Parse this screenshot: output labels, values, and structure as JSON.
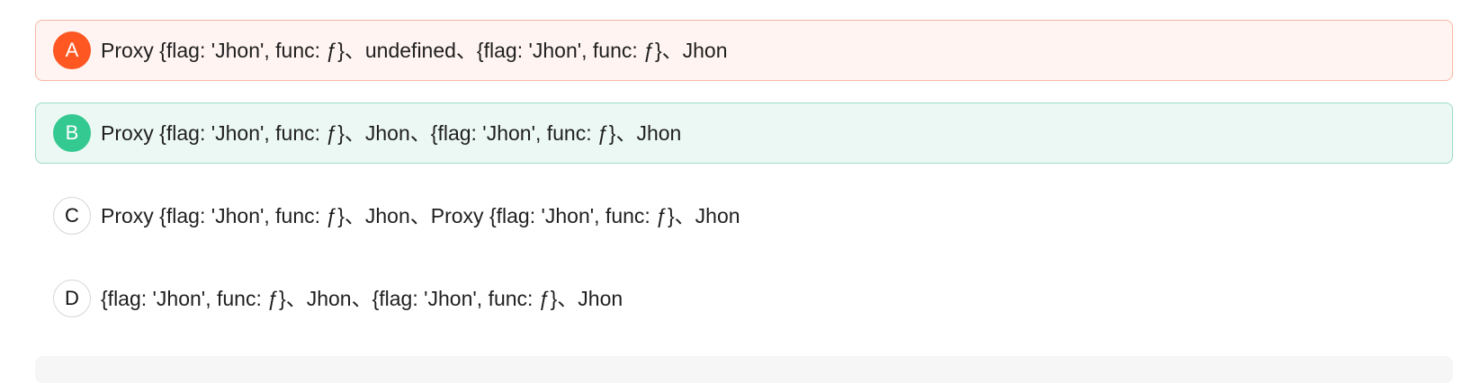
{
  "colors": {
    "wrong_accent": "#fe5722",
    "wrong_bg": "#fff4f1",
    "correct_accent": "#35c992",
    "correct_bg": "#ecf8f4"
  },
  "options": [
    {
      "letter": "A",
      "state": "wrong",
      "text": "Proxy {flag: 'Jhon', func: ƒ}、undefined、{flag: 'Jhon', func: ƒ}、Jhon"
    },
    {
      "letter": "B",
      "state": "correct",
      "text": "Proxy {flag: 'Jhon', func: ƒ}、Jhon、{flag: 'Jhon', func: ƒ}、Jhon"
    },
    {
      "letter": "C",
      "state": "normal",
      "text": "Proxy {flag: 'Jhon', func: ƒ}、Jhon、Proxy {flag: 'Jhon', func: ƒ}、Jhon"
    },
    {
      "letter": "D",
      "state": "normal",
      "text": "{flag: 'Jhon', func: ƒ}、Jhon、{flag: 'Jhon', func: ƒ}、Jhon"
    }
  ]
}
